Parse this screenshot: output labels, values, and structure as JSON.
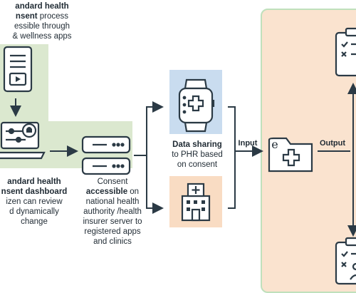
{
  "top_left_text": {
    "line1": "andard health",
    "line2_bold": "nsent",
    "line2_rest": " process",
    "line3": "essible through",
    "line4": "& wellness apps"
  },
  "dashboard_text": {
    "line1": "andard health",
    "line2": "nsent dashboard",
    "line3": "izen can review",
    "line4": "d dynamically",
    "line5": "change"
  },
  "consent_text": {
    "line1": "Consent",
    "line2": "accessible",
    "line2_rest": " on",
    "line3": "national health",
    "line4": "authority /health",
    "line5": "insurer server to",
    "line6": "registered apps",
    "line7": "and clinics"
  },
  "data_sharing_text": {
    "line1": "Data sharing",
    "line2": "to PHR based",
    "line3": "on consent"
  },
  "labels": {
    "input": "Input",
    "output": "Output",
    "folder_letter": "e"
  },
  "colors": {
    "green_panel": "#dbe8cf",
    "peach_panel": "#fae3cf",
    "blue_tile": "#c9dcef",
    "peach_tile": "#f9dcc3",
    "stroke": "#2b3a45"
  },
  "icons": [
    "document-video-icon",
    "laptop-consent-icon",
    "server-icon",
    "smartwatch-icon",
    "hospital-icon",
    "health-folder-icon",
    "checklist-clipboard-icon",
    "doctor-clipboard-icon"
  ]
}
